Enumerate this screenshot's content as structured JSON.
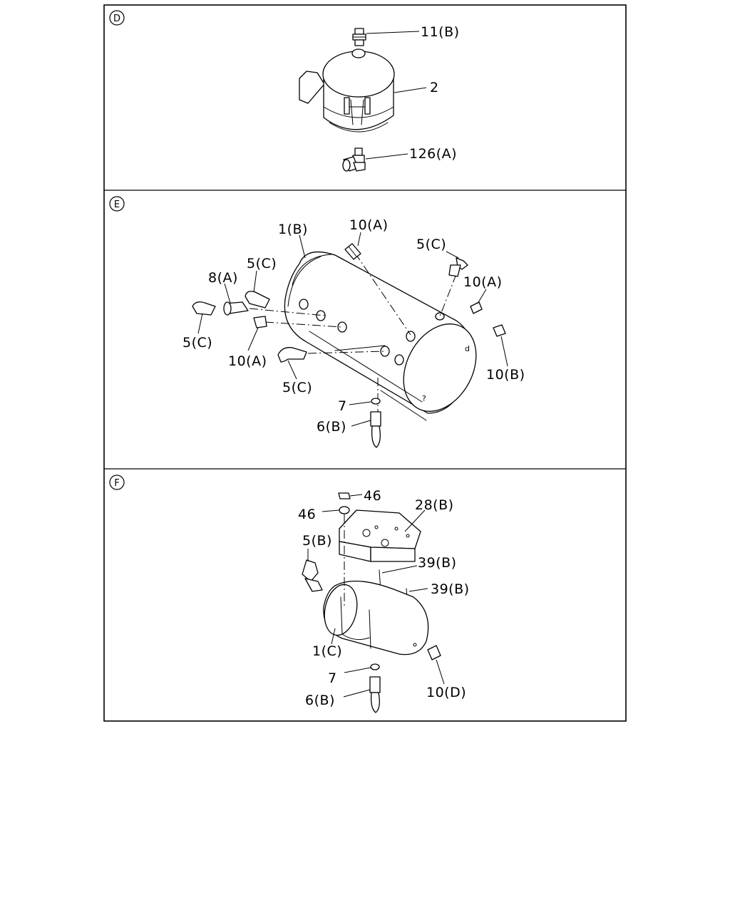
{
  "sections": [
    {
      "letter": "D",
      "callouts": [
        "11(B)",
        "2",
        "126(A)"
      ]
    },
    {
      "letter": "E",
      "callouts": [
        "1(B)",
        "10(A)",
        "5(C)",
        "5(C)",
        "10(A)",
        "8(A)",
        "5(C)",
        "10(B)",
        "10(A)",
        "5(C)",
        "7",
        "6(B)"
      ]
    },
    {
      "letter": "F",
      "callouts": [
        "46",
        "46",
        "28(B)",
        "5(B)",
        "39(B)",
        "39(B)",
        "1(C)",
        "7",
        "10(D)",
        "6(B)"
      ]
    }
  ]
}
